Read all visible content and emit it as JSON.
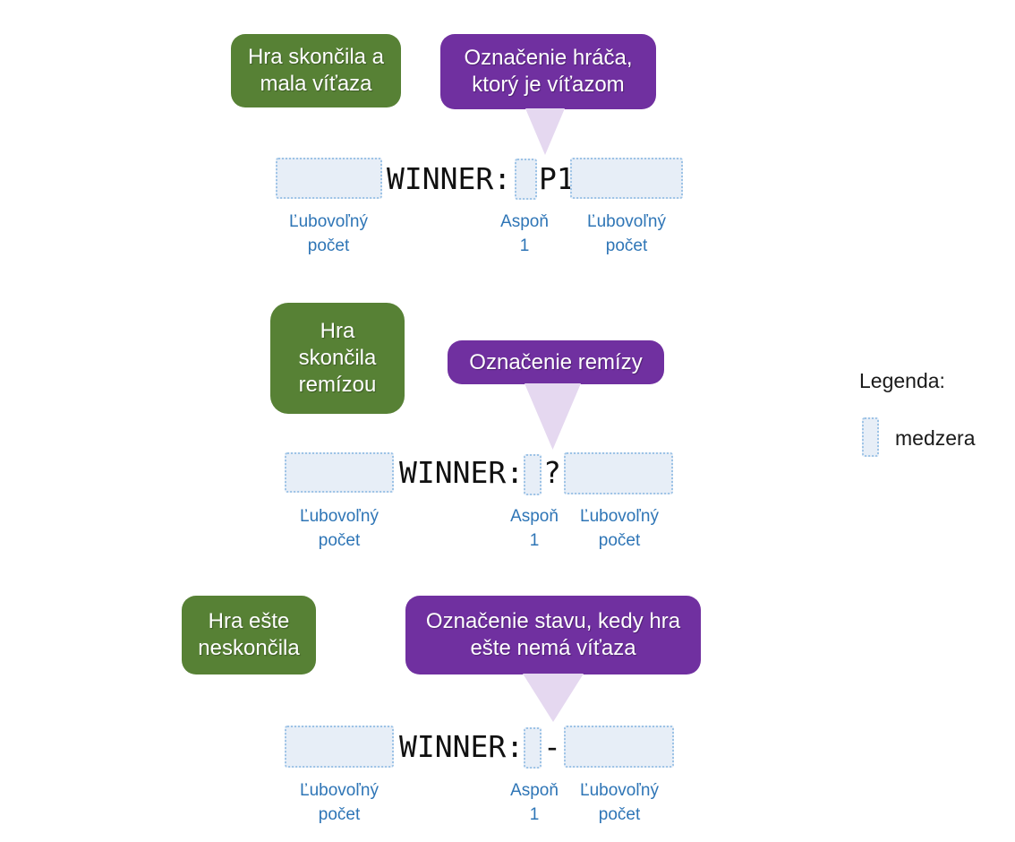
{
  "sections": [
    {
      "condition": "Hra skončila a\nmala víťaza",
      "annotation": "Označenie hráča,\nktorý je víťazom",
      "keyword": "WINNER:",
      "value": "P1",
      "note_left": "Ľubovoľný\npočet",
      "note_middle": "Aspoň\n1",
      "note_right": "Ľubovoľný\npočet"
    },
    {
      "condition": "Hra\nskončila\nremízou",
      "annotation": "Označenie remízy",
      "keyword": "WINNER:",
      "value": "?",
      "note_left": "Ľubovoľný\npočet",
      "note_middle": "Aspoň\n1",
      "note_right": "Ľubovoľný\npočet"
    },
    {
      "condition": "Hra ešte\nneskončila",
      "annotation": "Označenie stavu, kedy hra\nešte nemá víťaza",
      "keyword": "WINNER:",
      "value": "-",
      "note_left": "Ľubovoľný\npočet",
      "note_middle": "Aspoň\n1",
      "note_right": "Ľubovoľný\npočet"
    }
  ],
  "legend": {
    "title": "Legenda:",
    "item_label": "medzera"
  },
  "colors": {
    "condition_green": "#578135",
    "annotation_purple": "#7030a0",
    "pointer_lavender": "#e5d8f0",
    "space_box_fill": "#e7eef7",
    "space_box_border": "#9dc3e6",
    "note_blue": "#2e75b6",
    "code_text": "#111111"
  }
}
